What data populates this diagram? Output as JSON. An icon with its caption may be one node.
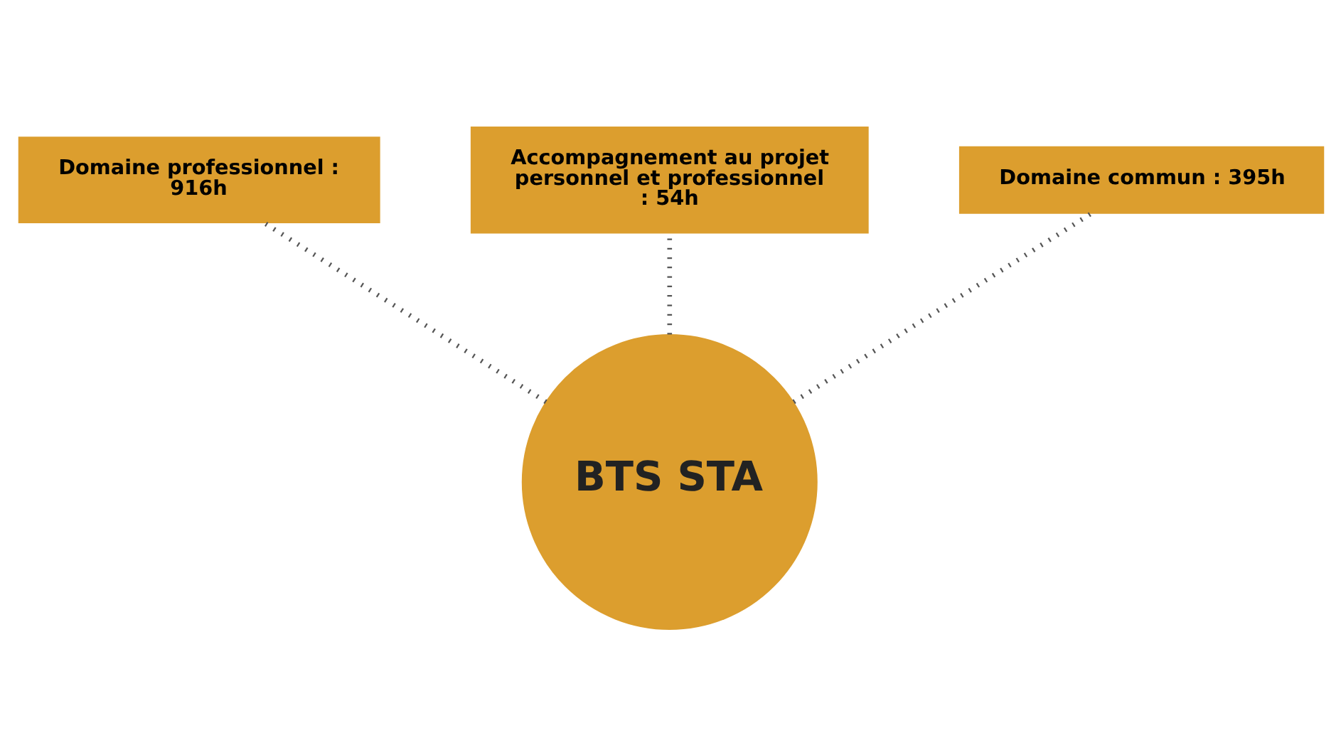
{
  "diagram": {
    "nodes": [
      {
        "text": [
          "Accompagnement au projet personnel et professionnel : 54h"
        ]
      },
      {
        "text": [
          "Domaine commun : 395h"
        ]
      },
      {
        "text": [
          "Domaine professionnel : 916h"
        ]
      },
      {
        "text": [
          "BTS STA"
        ]
      }
    ],
    "edges": [
      {
        "from": 3,
        "to": 2,
        "arrow": "none",
        "style": "dashed"
      },
      {
        "from": 3,
        "to": 0,
        "arrow": "none",
        "style": "dashed"
      },
      {
        "from": 3,
        "to": 1,
        "arrow": "none",
        "style": "dashed"
      }
    ]
  }
}
